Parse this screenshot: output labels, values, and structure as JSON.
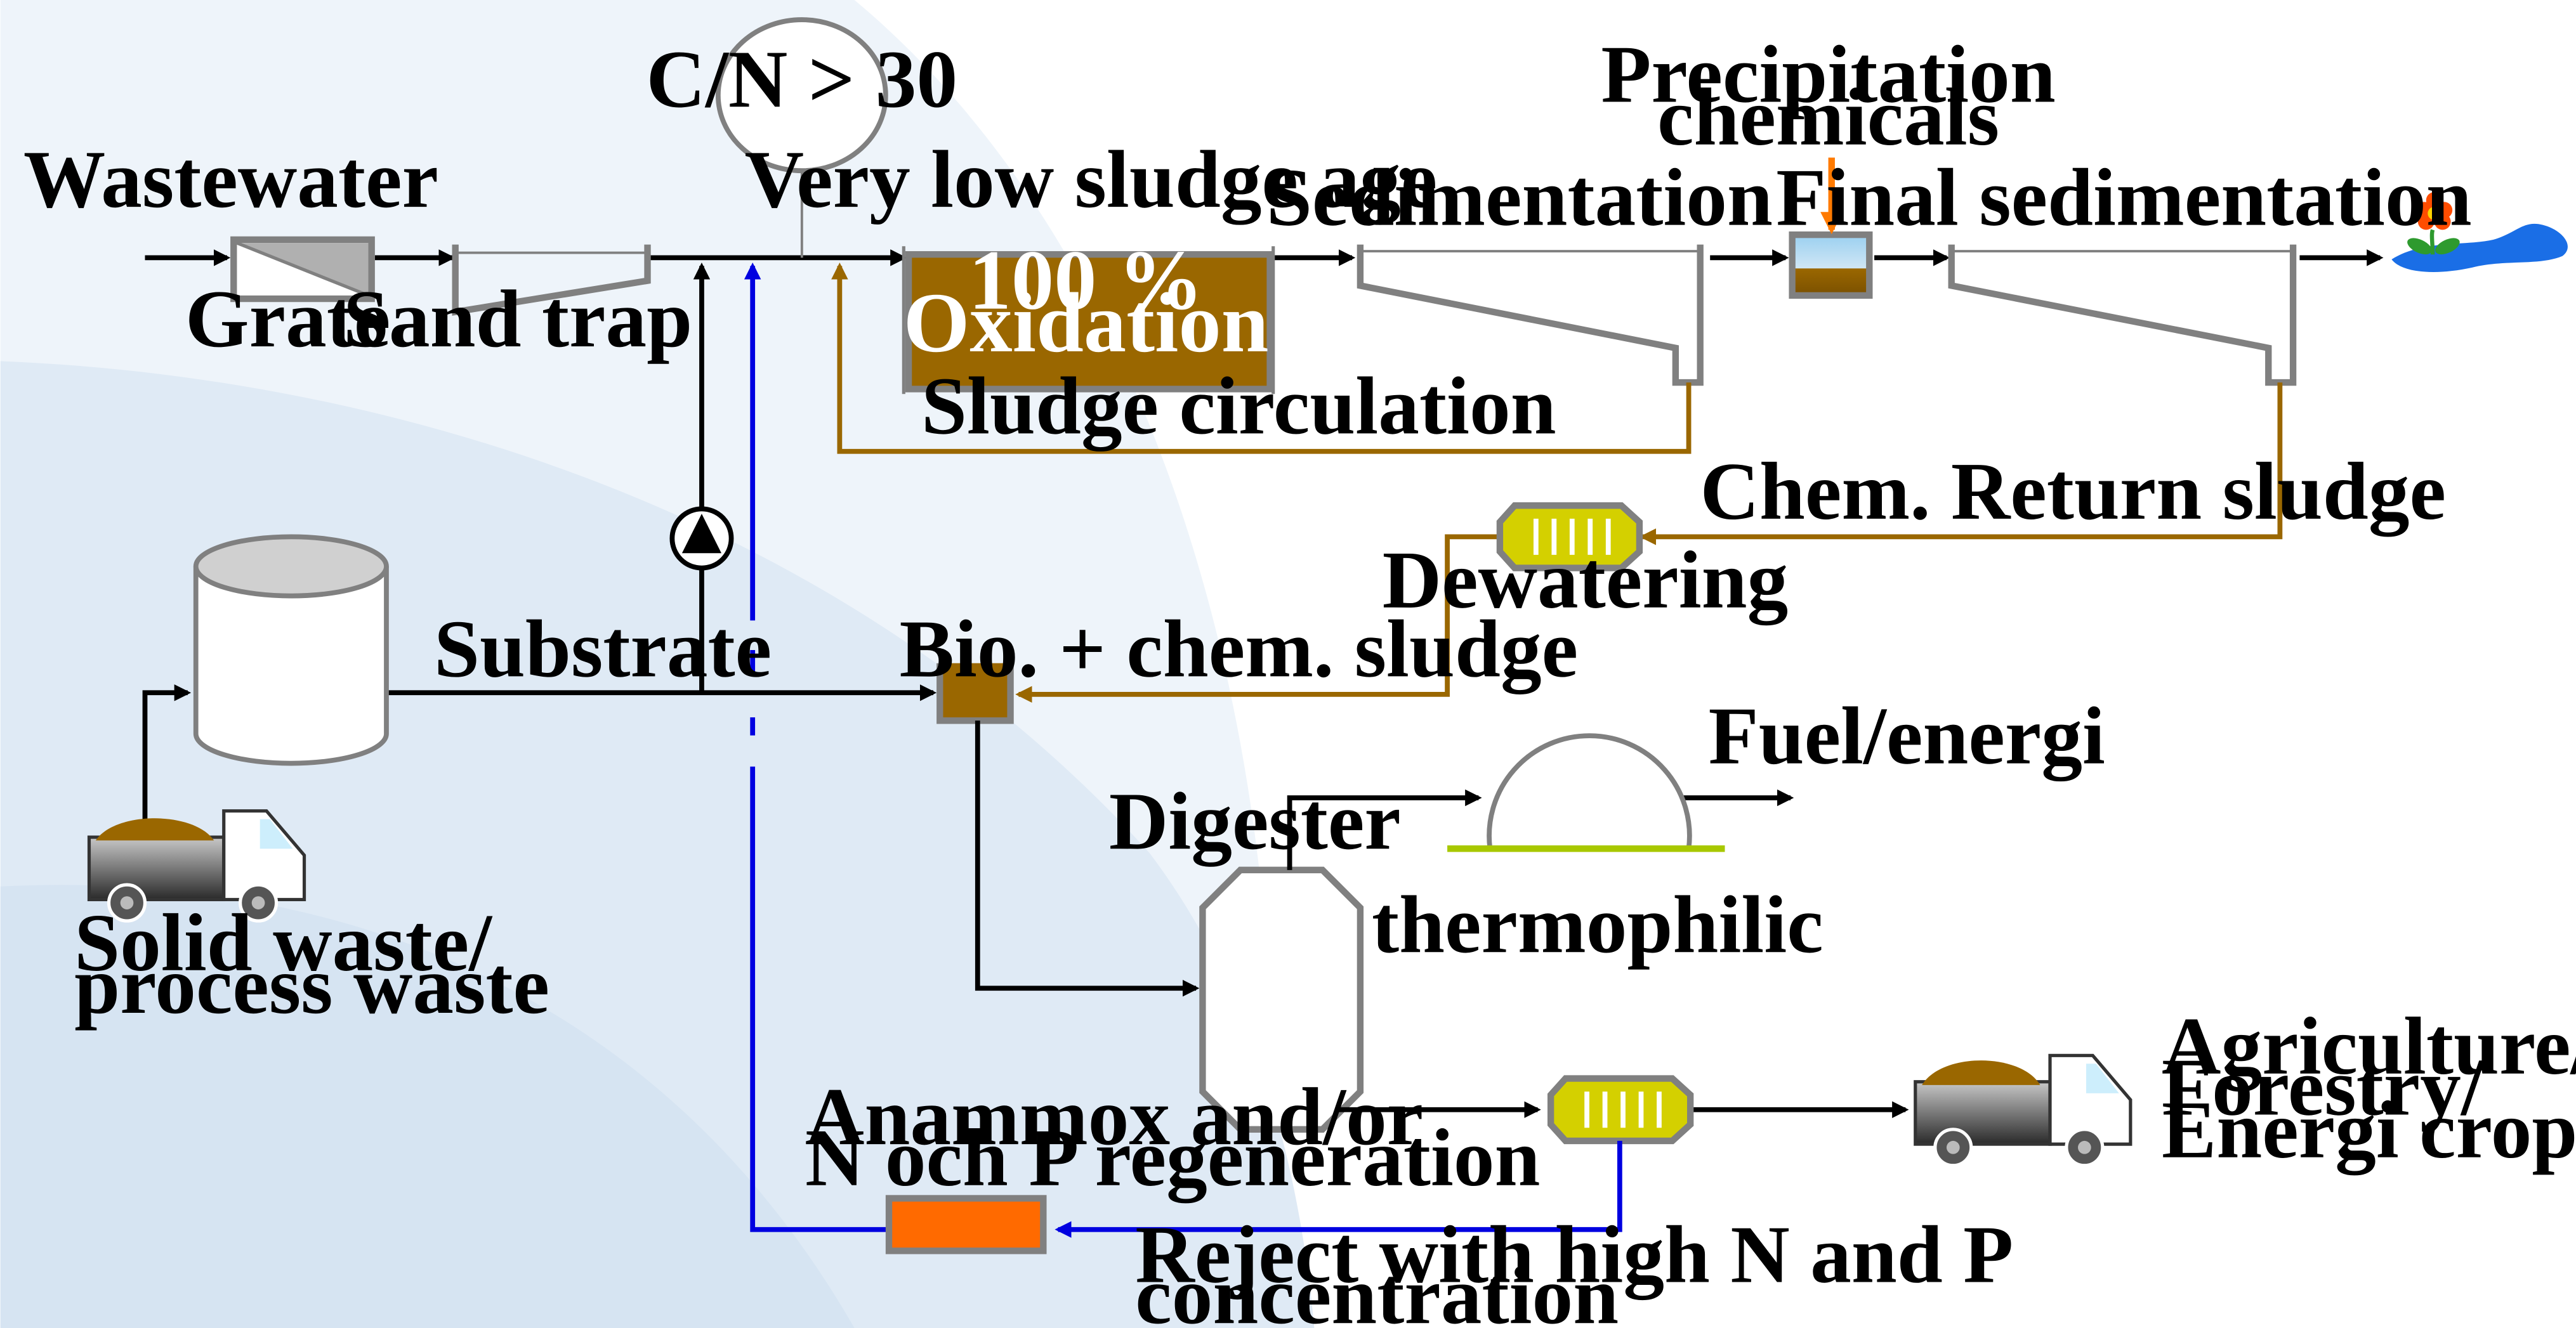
{
  "labels": {
    "wastewater": "Wastewater",
    "grate": "Grate",
    "sand_trap": "Sand trap",
    "cn_ratio": "C/N > 30",
    "very_low_sludge_age": "Very low sludge age",
    "oxidation_line1": "100 %",
    "oxidation_line2": "Oxidation",
    "sedimentation": "Sedimentation",
    "precipitation_line1": "Precipitation",
    "precipitation_line2": "chemicals",
    "final_sedimentation": "Final sedimentation",
    "sludge_circulation": "Sludge circulation",
    "chem_return_sludge": "Chem. Return sludge",
    "dewatering": "Dewatering",
    "substrate": "Substrate",
    "bio_chem_sludge": "Bio. + chem. sludge",
    "fuel_energi": "Fuel/energi",
    "digester": "Digester",
    "thermophilic": "thermophilic",
    "solid_waste_line1": "Solid waste/",
    "solid_waste_line2": "process waste",
    "agriculture_line1": "Agriculture/",
    "agriculture_line2": "Forestry/",
    "agriculture_line3": "Energi crops",
    "anammox_line1": "Anammox and/or",
    "anammox_line2": "N och P regeneration",
    "reject_line1": "Reject with high N and P",
    "reject_line2": "concentration"
  },
  "colors": {
    "sludge_brown": "#9a6700",
    "reject_blue": "#0000e0",
    "dewatering_yellow": "#d4d000",
    "anammox_orange": "#ff6a00",
    "chemical_arrow_orange": "#ff7a00",
    "gas_green": "#a8c800",
    "equipment_gray": "#808080",
    "background_blue": "#dfeaf5"
  }
}
